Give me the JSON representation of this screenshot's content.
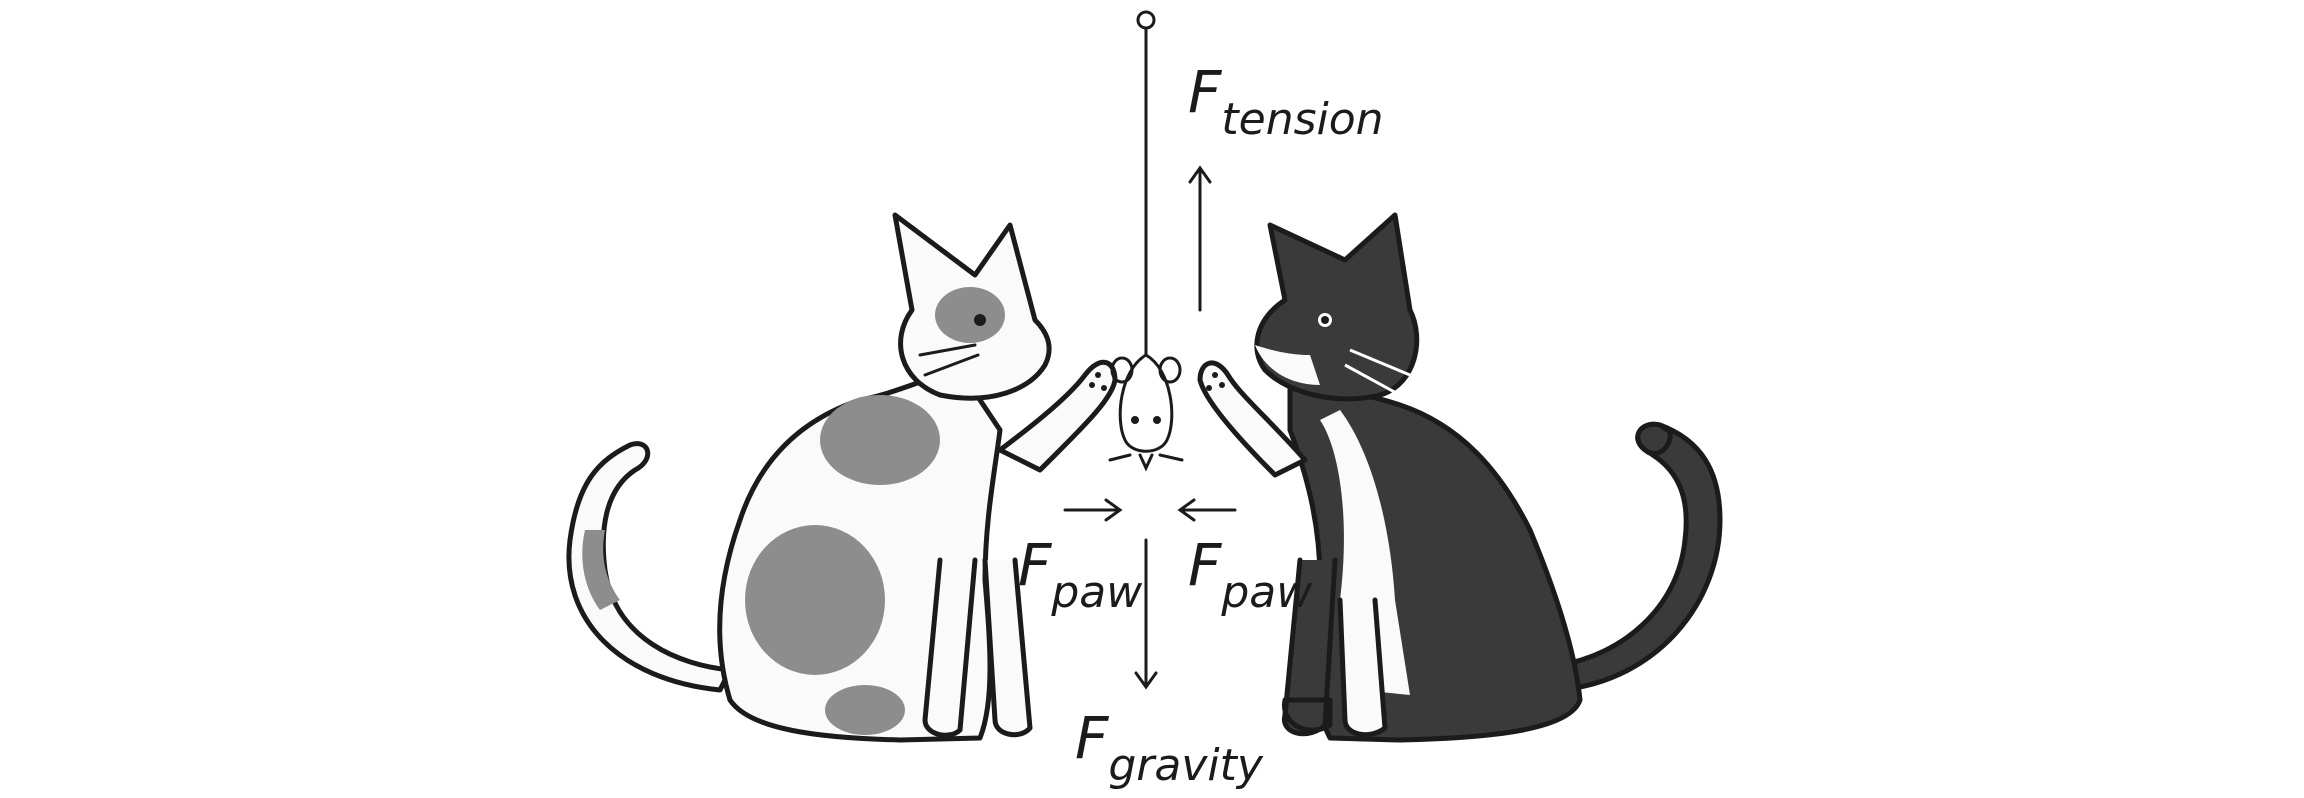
{
  "labels": {
    "tension": {
      "main": "F",
      "sub": "tension"
    },
    "paw_left": {
      "main": "F",
      "sub": "paw"
    },
    "paw_right": {
      "main": "F",
      "sub": "paw"
    },
    "gravity": {
      "main": "F",
      "sub": "gravity"
    }
  },
  "colors": {
    "ink": "#1b1b1b",
    "calico_spots": "#8d8d8d",
    "black_cat": "#3a3a3a",
    "mouse": "#a9a9a9",
    "background": "#ffffff"
  }
}
